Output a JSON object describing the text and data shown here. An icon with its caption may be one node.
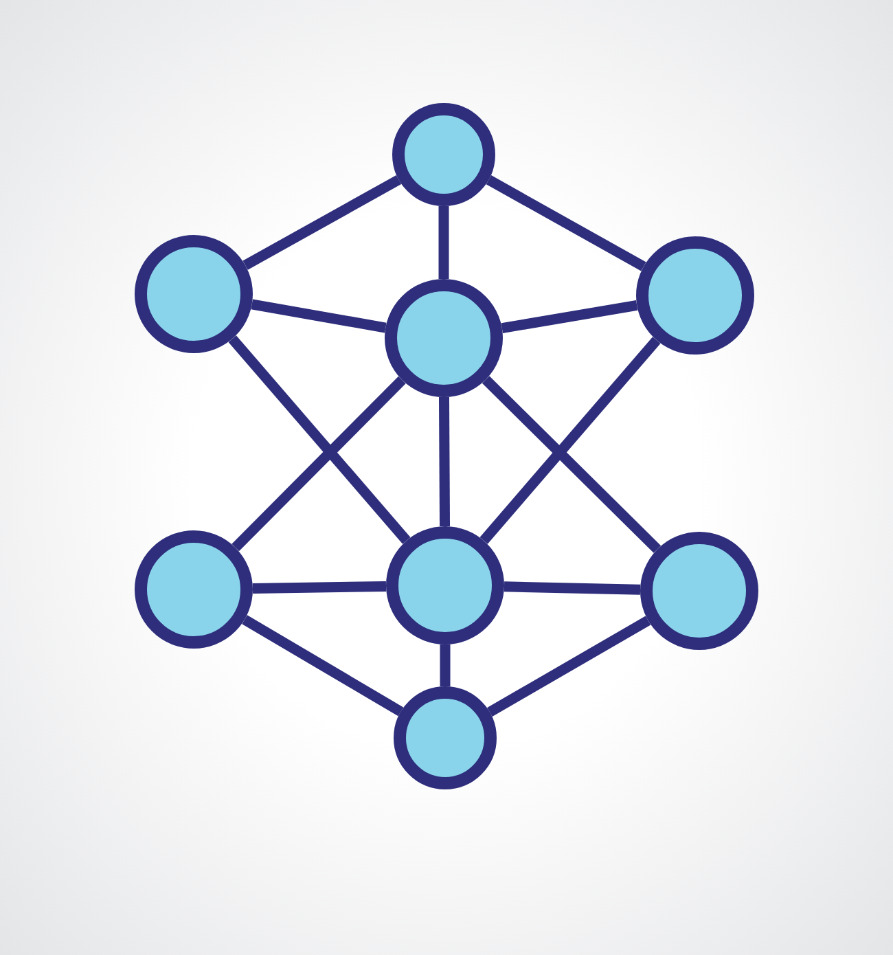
{
  "diagram": {
    "nodes": [
      {
        "text": [],
        "shape": "circle"
      },
      {
        "text": [],
        "shape": "circle"
      },
      {
        "text": [],
        "shape": "circle"
      },
      {
        "text": [],
        "shape": "circle"
      },
      {
        "text": [],
        "shape": "circle"
      },
      {
        "text": [],
        "shape": "circle"
      },
      {
        "text": [],
        "shape": "circle"
      },
      {
        "text": [],
        "shape": "circle"
      }
    ],
    "edges": [
      {
        "from": 0,
        "to": 1,
        "arrow": "none"
      },
      {
        "from": 0,
        "to": 2,
        "arrow": "none"
      },
      {
        "from": 0,
        "to": 3,
        "arrow": "none"
      },
      {
        "from": 1,
        "to": 3,
        "arrow": "none"
      },
      {
        "from": 3,
        "to": 2,
        "arrow": "none"
      },
      {
        "from": 1,
        "to": 5,
        "arrow": "none"
      },
      {
        "from": 2,
        "to": 5,
        "arrow": "none"
      },
      {
        "from": 3,
        "to": 4,
        "arrow": "none"
      },
      {
        "from": 3,
        "to": 6,
        "arrow": "none"
      },
      {
        "from": 3,
        "to": 5,
        "arrow": "none"
      },
      {
        "from": 4,
        "to": 5,
        "arrow": "none"
      },
      {
        "from": 5,
        "to": 6,
        "arrow": "none"
      },
      {
        "from": 4,
        "to": 7,
        "arrow": "none"
      },
      {
        "from": 6,
        "to": 7,
        "arrow": "none"
      },
      {
        "from": 5,
        "to": 7,
        "arrow": "none"
      }
    ]
  }
}
